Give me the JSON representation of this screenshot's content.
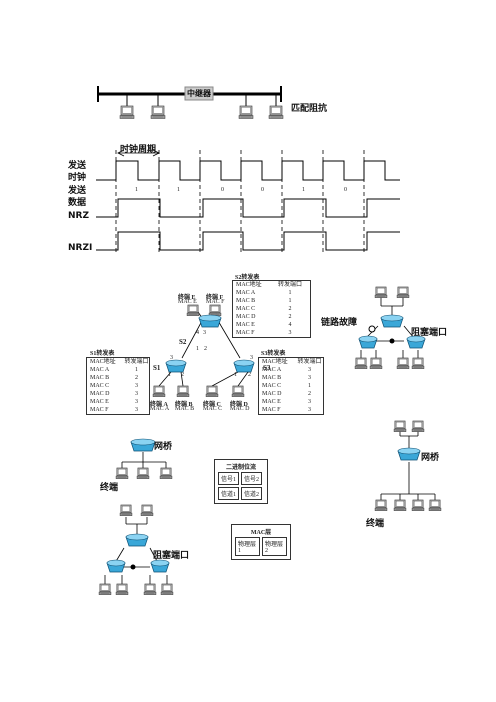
{
  "repeater": {
    "title": "中继器",
    "impedance_label": "匹配阻抗"
  },
  "clock": {
    "period_label": "时钟周期",
    "clock_label_1": "发送",
    "clock_label_2": "时钟",
    "data_label_1": "发送",
    "data_label_2": "数据",
    "bits": [
      "1",
      "1",
      "0",
      "0",
      "1",
      "0"
    ],
    "nrz_label": "NRZ",
    "nrzi_label": "NRZI"
  },
  "switch_net": {
    "s2_table_title": "S2转发表",
    "s2_header": [
      "MAC地址",
      "转发端口"
    ],
    "s2_rows": [
      [
        "MAC A",
        "1"
      ],
      [
        "MAC B",
        "1"
      ],
      [
        "MAC C",
        "2"
      ],
      [
        "MAC D",
        "2"
      ],
      [
        "MAC E",
        "4"
      ],
      [
        "MAC F",
        "3"
      ]
    ],
    "s1_table_title": "S1转发表",
    "s1_header": [
      "MAC地址",
      "转发端口"
    ],
    "s1_rows": [
      [
        "MAC A",
        "1"
      ],
      [
        "MAC B",
        "2"
      ],
      [
        "MAC C",
        "3"
      ],
      [
        "MAC D",
        "3"
      ],
      [
        "MAC E",
        "3"
      ],
      [
        "MAC F",
        "3"
      ]
    ],
    "s3_table_title": "S3转发表",
    "s3_header": [
      "MAC地址",
      "转发端口"
    ],
    "s3_rows": [
      [
        "MAC A",
        "3"
      ],
      [
        "MAC B",
        "3"
      ],
      [
        "MAC C",
        "1"
      ],
      [
        "MAC D",
        "2"
      ],
      [
        "MAC E",
        "3"
      ],
      [
        "MAC F",
        "3"
      ]
    ],
    "s1": "S1",
    "s2": "S2",
    "s3": "S3",
    "term_e": "终端 E",
    "mac_e": "MAC E",
    "term_f": "终端 F",
    "mac_f": "MAC F",
    "term_a": "终端 A",
    "mac_a": "MAC A",
    "term_b": "终端 B",
    "mac_b": "MAC B",
    "term_c": "终端 C",
    "mac_c": "MAC C",
    "term_d": "终端 D",
    "mac_d": "MAC D",
    "s2_ports": [
      "4",
      "3",
      "1",
      "2"
    ],
    "s1_ports": [
      "3",
      "1",
      "2"
    ],
    "s3_ports": [
      "3",
      "1",
      "2"
    ]
  },
  "loop1": {
    "link_fault": "链路故障",
    "blocked_port": "阻塞端口"
  },
  "bridge1": {
    "bridge": "网桥",
    "terminal": "终端"
  },
  "channel": {
    "title": "二进制位流",
    "sig1": "信号1",
    "sig2": "信号2",
    "ch1": "信道1",
    "ch2": "信道2"
  },
  "bridge2": {
    "bridge": "网桥",
    "terminal": "终端"
  },
  "mac_layer": {
    "title": "MAC层",
    "phy1": "物理层1",
    "phy2": "物理层2"
  },
  "loop2": {
    "blocked_port": "阻塞端口"
  }
}
